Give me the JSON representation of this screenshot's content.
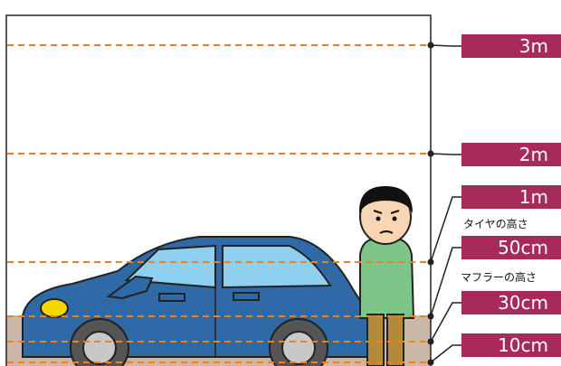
{
  "markers": [
    {
      "label": "3m"
    },
    {
      "label": "2m"
    },
    {
      "label": "1m"
    },
    {
      "label": "50cm",
      "caption": "タイヤの高さ"
    },
    {
      "label": "30cm",
      "caption": "マフラーの高さ"
    },
    {
      "label": "10cm"
    }
  ],
  "colors": {
    "label_bg": "#a72a5b",
    "dash_line": "#f0821e",
    "ground_band": "#cbb7a5",
    "car_body": "#2f6aa6",
    "window": "#8fd0f0",
    "headlight": "#f5d600",
    "shirt": "#7cc68a",
    "pants": "#b48a3a"
  },
  "icons": [
    "car-illustration",
    "person-illustration"
  ]
}
